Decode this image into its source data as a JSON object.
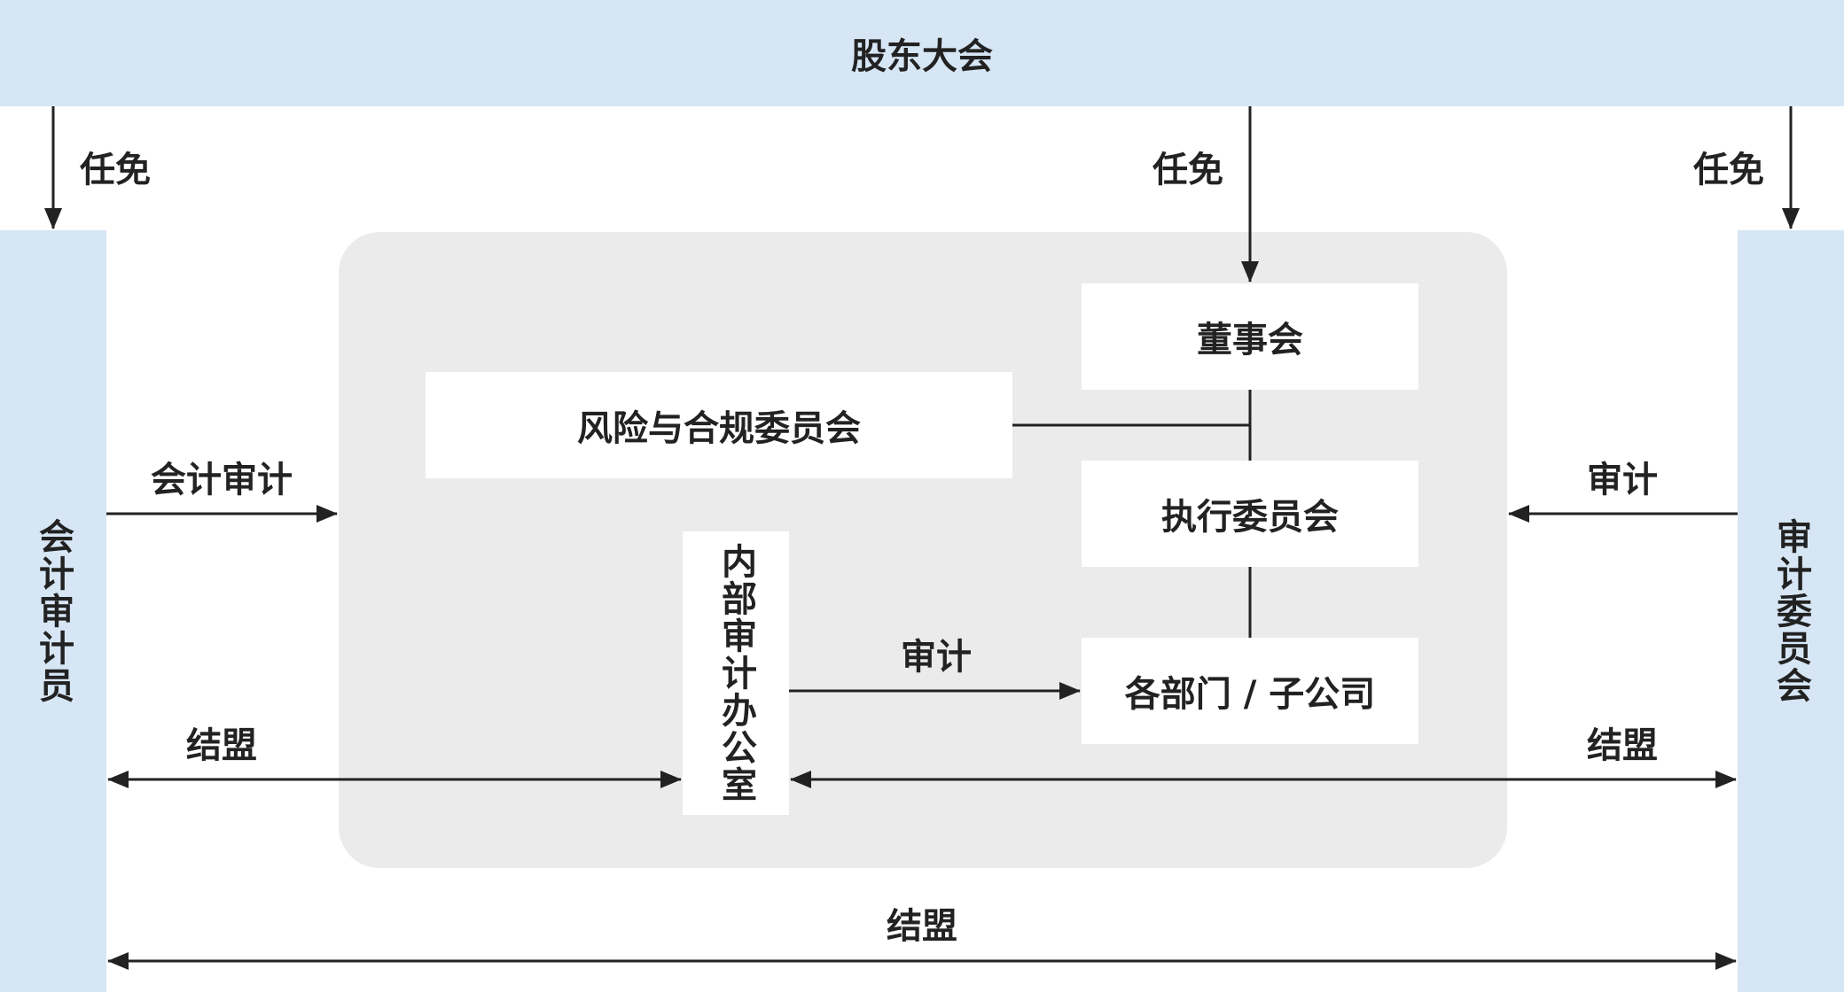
{
  "nodes": {
    "shareholders": "股东大会",
    "accounting_auditor": "会计审计员",
    "audit_committee": "审计委员会",
    "board": "董事会",
    "risk_committee": "风险与合规委员会",
    "executive_committee": "执行委员会",
    "internal_audit": "内部审计办公室",
    "departments": "各部门 / 子公司"
  },
  "edges": {
    "appoint_left": "任免",
    "appoint_center": "任免",
    "appoint_right": "任免",
    "accounting_audit": "会计审计",
    "audit_right": "审计",
    "audit_internal": "审计",
    "alliance_left": "结盟",
    "alliance_right": "结盟",
    "alliance_bottom": "结盟"
  },
  "colors": {
    "blue_fill": "#d6e6f5",
    "gray_panel": "#ebebeb",
    "line": "#222222"
  }
}
